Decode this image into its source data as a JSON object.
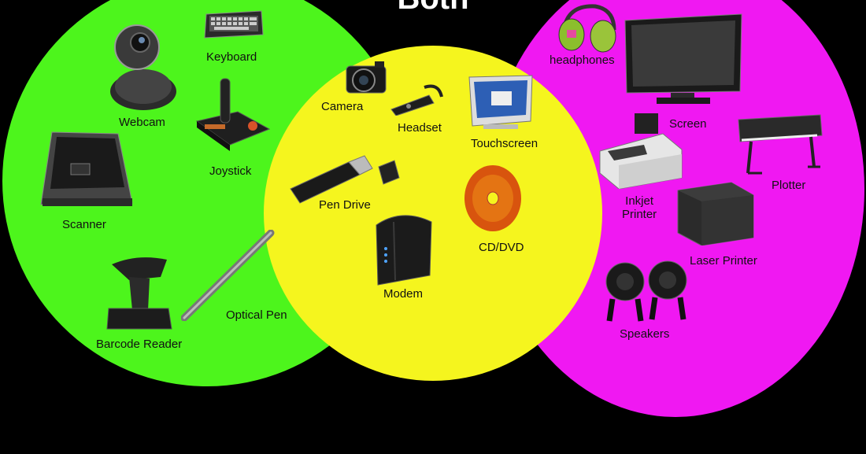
{
  "title": "Both",
  "colors": {
    "background": "#000000",
    "input_circle": "#4df51c",
    "both_circle": "#f5f51e",
    "output_circle": "#f018f2"
  },
  "devices": {
    "keyboard": "Keyboard",
    "webcam": "Webcam",
    "joystick": "Joystick",
    "scanner": "Scanner",
    "optical_pen": "Optical Pen",
    "barcode_reader": "Barcode Reader",
    "camera": "Camera",
    "headset": "Headset",
    "touchscreen": "Touchscreen",
    "pen_drive": "Pen Drive",
    "modem": "Modem",
    "cd_dvd": "CD/DVD",
    "headphones": "headphones",
    "screen": "Screen",
    "inkjet_printer": "Inkjet\nPrinter",
    "plotter": "Plotter",
    "laser_printer": "Laser Printer",
    "speakers": "Speakers"
  }
}
